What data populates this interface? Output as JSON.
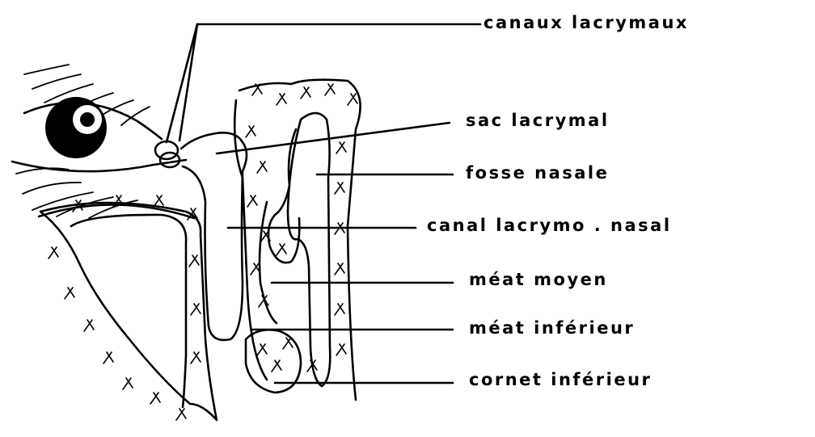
{
  "labels": {
    "canaux": "canaux lacrymaux",
    "sac": "sac lacrymal",
    "fosse": "fosse nasale",
    "canal": "canal lacrymo . nasal",
    "meat_moyen": "méat moyen",
    "meat_inferieur": "méat inférieur",
    "cornet": "cornet inférieur"
  },
  "colors": {
    "ink": "#000000",
    "background": "#ffffff"
  }
}
